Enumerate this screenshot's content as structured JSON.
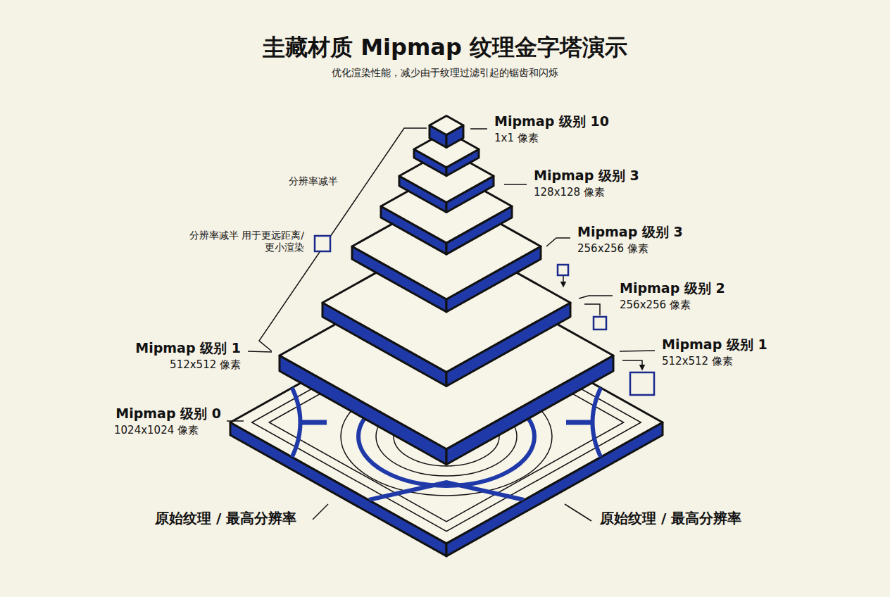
{
  "diagram": {
    "title": "圭藏材质 Mipmap 纹理金字塔演示",
    "caption": "优化渲染性能，减少由于纹理过滤引起的锯齿和闪烁",
    "labels": [
      "Mipmap 级别 10",
      "1x1 像素",
      "分辨率减半",
      "Mipmap 级别 3",
      "128x128 像素",
      "分辨率减半 用于更远距离/更小渲染",
      "Mipmap 级别 3",
      "256x256 像素",
      "Mipmap 级别 2",
      "256x256 像素",
      "Mipmap 级别 1",
      "512x512 像素",
      "Mipmap 级别 1",
      "512x512 像素",
      "Mipmap 级别 0",
      "1024x1024 像素",
      "原始纹理 / 最高分辨率",
      "原始纹理 / 最高分辨率"
    ]
  }
}
